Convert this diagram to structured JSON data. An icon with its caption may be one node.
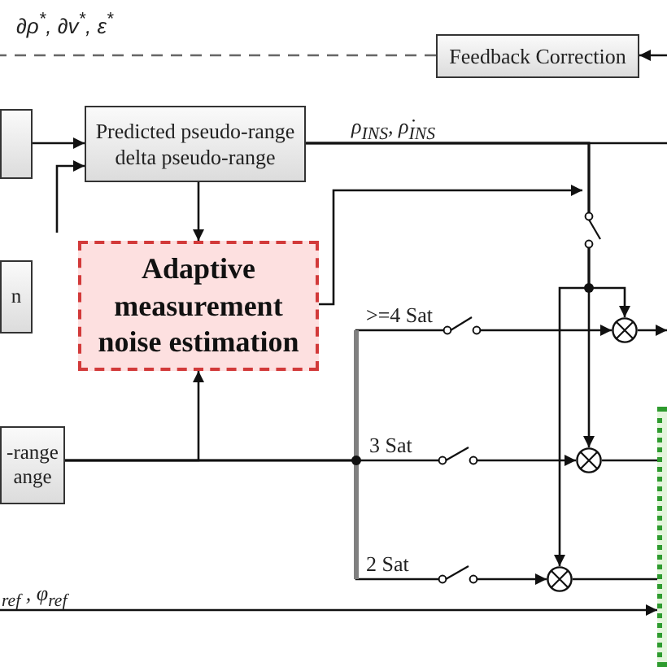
{
  "diagram": {
    "nodes": [
      {
        "text": [],
        "shape": "box"
      },
      {
        "text": [
          "Feedback Correction"
        ]
      },
      {
        "text": [
          "Predicted pseudo-range delta pseudo-range"
        ]
      },
      {
        "text": [
          "Adaptive measurement noise estimation"
        ]
      },
      {
        "text": [
          "n"
        ]
      },
      {
        "text": [
          "-range ange"
        ]
      },
      {
        "text": [],
        "shape": "box"
      },
      {
        "text": [],
        "shape": "circle"
      },
      {
        "text": [],
        "shape": "circle"
      },
      {
        "text": [],
        "shape": "circle"
      }
    ],
    "edges": [
      {
        "from": 1,
        "to": null,
        "arrow": "none",
        "style": "dashed",
        "color": "#666666"
      },
      {
        "from": null,
        "to": 1,
        "arrow": "to"
      },
      {
        "from": 0,
        "to": 2,
        "arrow": "to"
      },
      {
        "from": null,
        "to": 2,
        "arrow": "to"
      },
      {
        "from": 2,
        "to": 3,
        "arrow": "to"
      },
      {
        "from": 2,
        "to": null,
        "arrow": "none",
        "label": "ρ$_{INS}$, ρ̇$_{INS}$"
      },
      {
        "from": 3,
        "to": null,
        "arrow": "to"
      },
      {
        "from": 2,
        "to": 7,
        "arrow": "to"
      },
      {
        "from": 2,
        "to": 8,
        "arrow": "to"
      },
      {
        "from": 2,
        "to": 9,
        "arrow": "to"
      },
      {
        "from": 5,
        "to": 3,
        "arrow": "to"
      },
      {
        "from": 5,
        "to": 7,
        "arrow": "to",
        "label": ">=4 Sat"
      },
      {
        "from": 5,
        "to": 8,
        "arrow": "to",
        "label": "3 Sat"
      },
      {
        "from": 5,
        "to": 9,
        "arrow": "to",
        "label": "2 Sat"
      },
      {
        "from": 7,
        "to": null,
        "arrow": "to"
      },
      {
        "from": 8,
        "to": 6,
        "arrow": "none"
      },
      {
        "from": 9,
        "to": 6,
        "arrow": "none"
      },
      {
        "from": null,
        "to": 6,
        "arrow": "to",
        "label": "$_{ref}$ , φ$_{ref}$"
      }
    ],
    "labels": [
      "∂ρ$^{*}$, ∂v$^{*}$, ε$^{*}$"
    ]
  }
}
